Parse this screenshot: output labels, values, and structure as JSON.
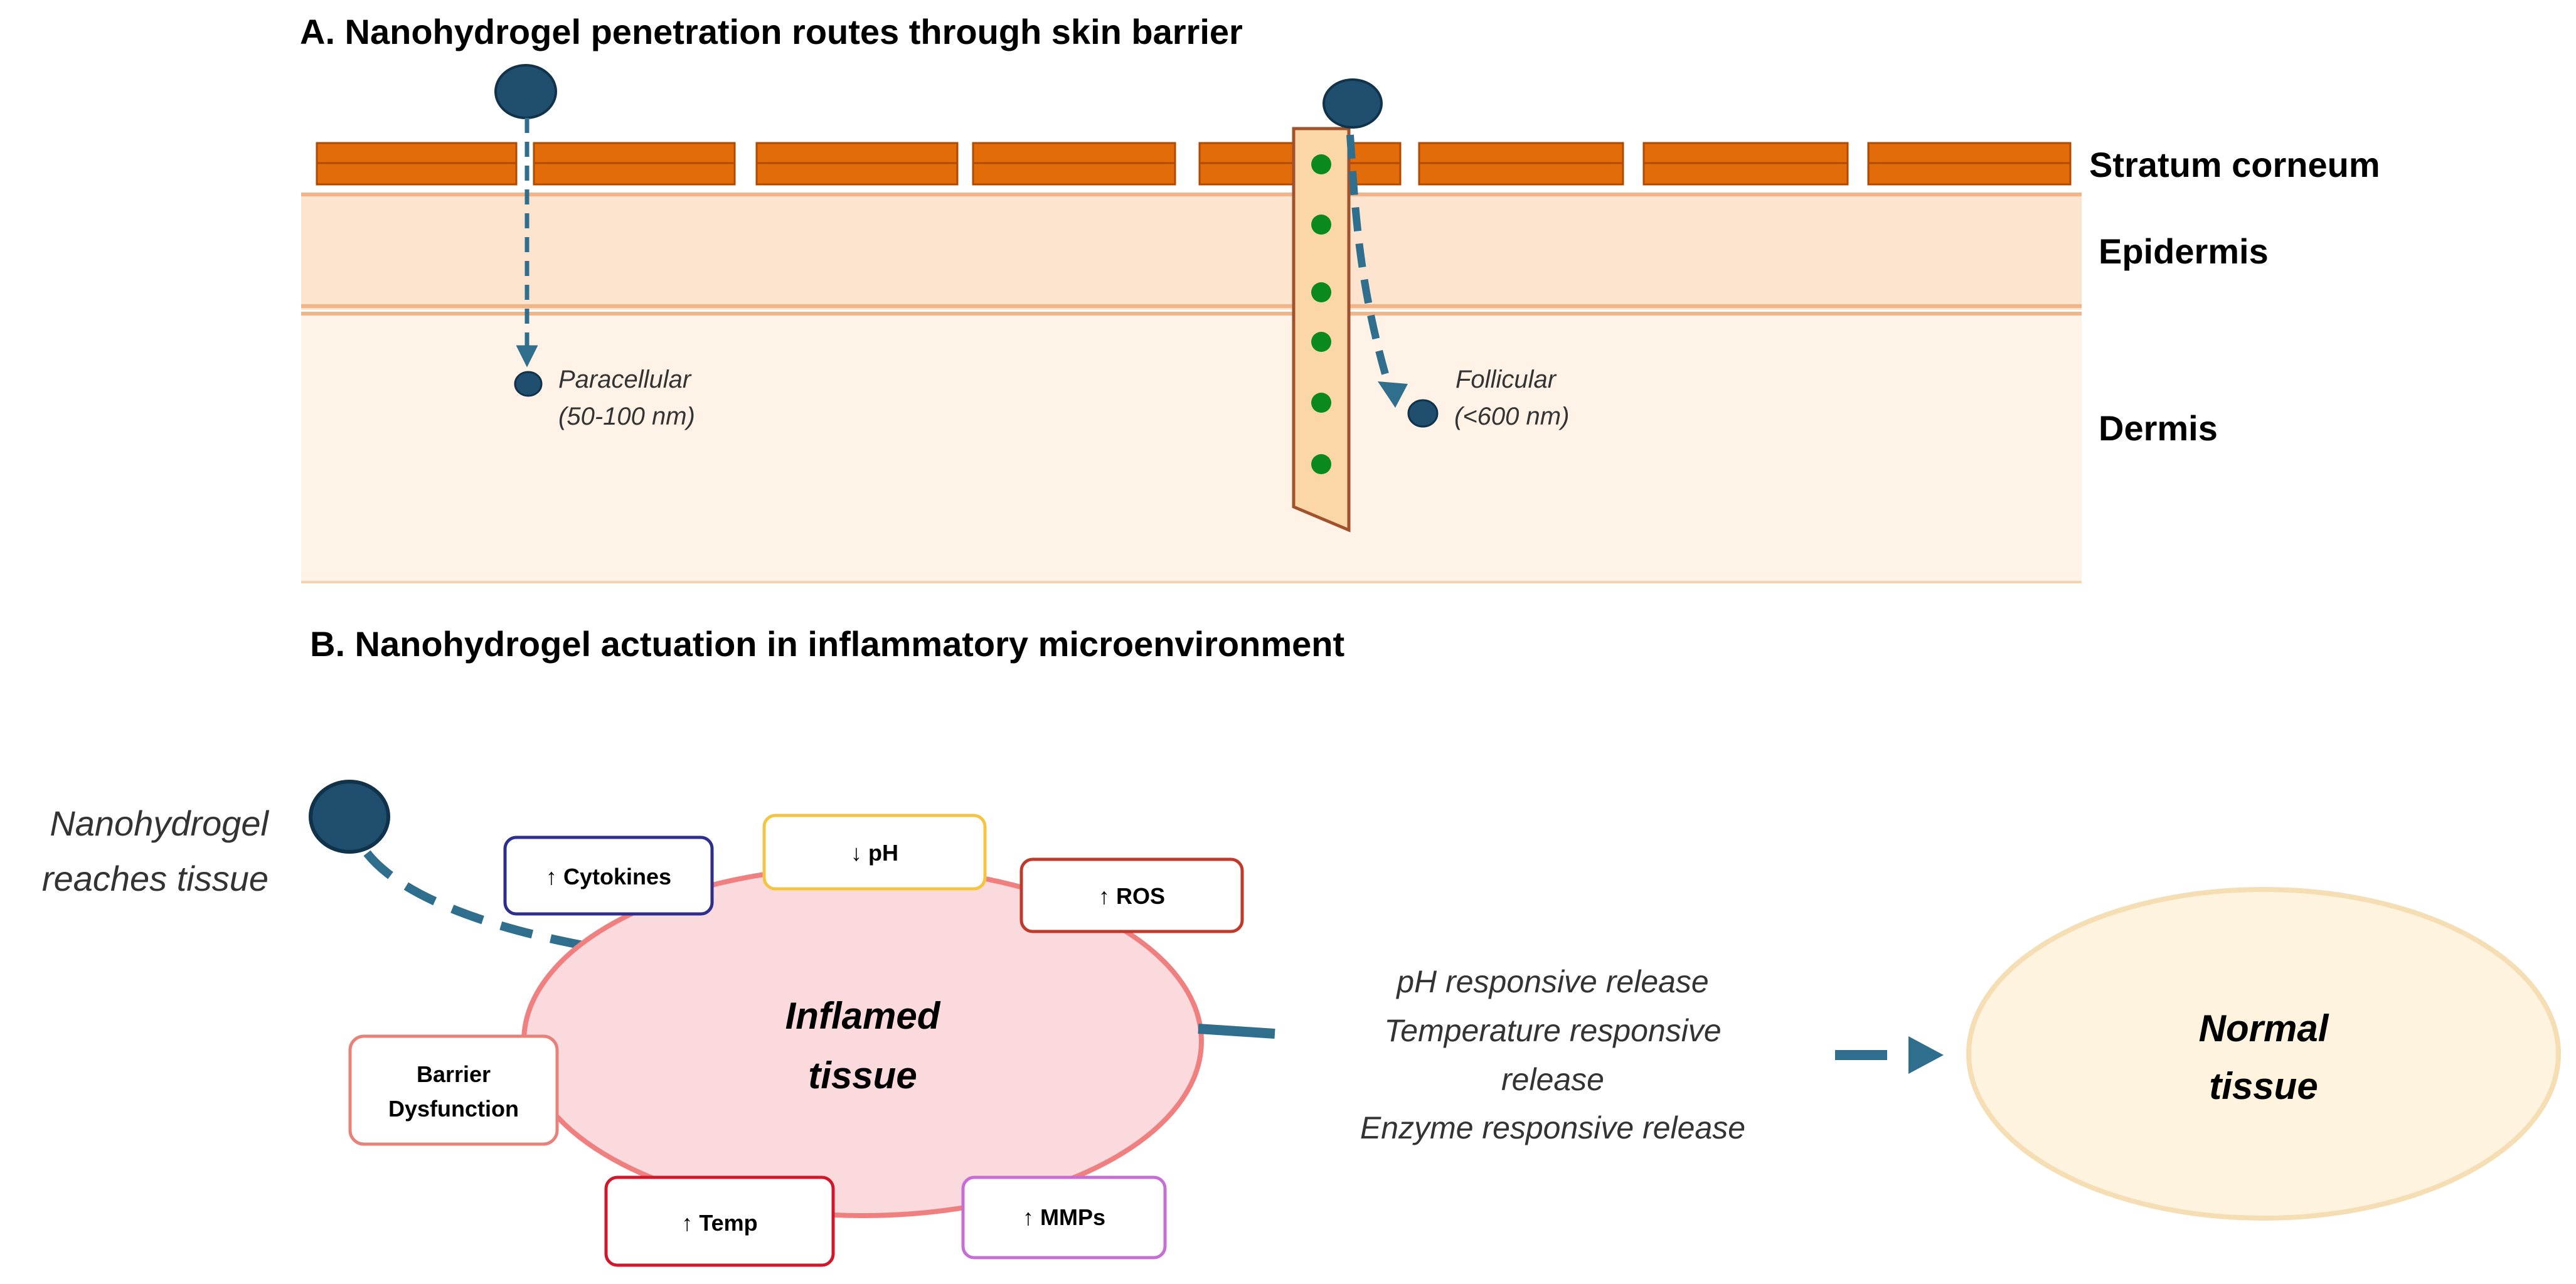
{
  "panel_a": {
    "title": "A. Nanohydrogel penetration routes through skin barrier",
    "layers": {
      "stratum_corneum": "Stratum corneum",
      "epidermis": "Epidermis",
      "dermis": "Dermis"
    },
    "routes": {
      "paracellular": {
        "name": "Paracellular",
        "size": "(50-100 nm)"
      },
      "follicular": {
        "name": "Follicular",
        "size": "(<600 nm)"
      }
    }
  },
  "panel_b": {
    "title": "B. Nanohydrogel actuation in inflammatory microenvironment",
    "start_label": {
      "line1": "Nanohydrogel",
      "line2": "reaches tissue"
    },
    "inflamed_tissue": {
      "line1": "Inflamed",
      "line2": "tissue"
    },
    "normal_tissue": {
      "line1": "Normal",
      "line2": "tissue"
    },
    "factors": {
      "cytokines": "↑ Cytokines",
      "ph": "↓ pH",
      "ros": "↑ ROS",
      "barrier_line1": "Barrier",
      "barrier_line2": "Dysfunction",
      "temp": "↑ Temp",
      "mmps": "↑ MMPs"
    },
    "release_mechanisms": [
      "pH responsive release",
      "Temperature responsive",
      "release",
      "Enzyme responsive release"
    ]
  },
  "colors": {
    "brick": "#E36C0A",
    "brick_edge": "#B04A00",
    "epidermis": "#FCE4CF",
    "dermis": "#FEF3E6",
    "particle": "#1F4E6E",
    "arrow": "#2F6E8C",
    "follicle_fill": "#FBD7A8",
    "follicle_edge": "#A0522D",
    "follicle_dot": "#0A8A1E",
    "inflamed_fill": "#FADADD",
    "inflamed_edge": "#F08080",
    "normal_fill": "#FEF3DE",
    "normal_edge": "#F5DEB3",
    "cytokines": "#2E2E8F",
    "ph": "#F5C542",
    "ros": "#C0392B",
    "barrier": "#E8817A",
    "temp": "#D0172B",
    "mmps": "#C76DD6"
  }
}
